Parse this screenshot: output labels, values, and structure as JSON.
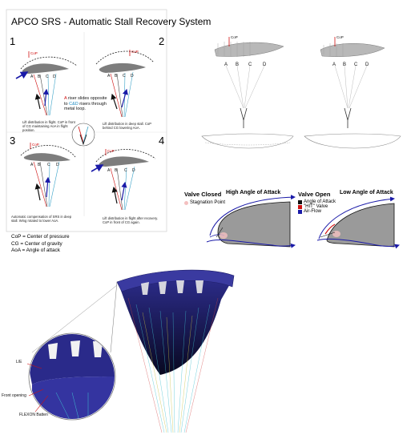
{
  "title": "APCO SRS - Automatic Stall Recovery System",
  "panels": [
    {
      "num": "1",
      "caption": "Lift distribution in flight. CoP in front of CG maintaining AoA in flight position."
    },
    {
      "num": "2",
      "caption": "Lift distribution in deep stall. CoP behind CG lowering AoA."
    },
    {
      "num": "3",
      "caption": "Automatic compensation of SRS in deep stall. Wing rotated to lower AoA."
    },
    {
      "num": "4",
      "caption": "Lift distribution in flight after recovery. CoP in front of CG again."
    }
  ],
  "riser_labels": [
    "A",
    "B",
    "C",
    "D"
  ],
  "cop_label": "CoP",
  "center_note": {
    "a": "A",
    "t1": " riser slides opposite to ",
    "cd": "C&D",
    "t2": " risers through metal loop."
  },
  "legend": [
    "CoP = Center of pressure",
    "CG = Center of gravity",
    "AoA = Angle of attack"
  ],
  "valve_closed": {
    "title": "Valve Closed",
    "subtitle": "High Angle of Attack",
    "stagnation": "Stagnation Point"
  },
  "valve_open": {
    "title": "Valve Open",
    "subtitle": "Low Angle of Attack",
    "legend": [
      {
        "label": "Angle of Attack",
        "color": "#111111"
      },
      {
        "label": "\"HIT\" Valve",
        "color": "#d01010"
      },
      {
        "label": "Air-Flow",
        "color": "#1a1aa8"
      }
    ]
  },
  "bottom_labels": {
    "le": "L/E",
    "front": "Front opening",
    "flexon": "FLEXON Batten"
  },
  "colors": {
    "wing_grey": "#9a9a9a",
    "airflow_blue": "#1a1aa8",
    "canopy_navy": "#2a2a8a",
    "canopy_dark": "#0a0a2a",
    "valve_red": "#d01010"
  }
}
